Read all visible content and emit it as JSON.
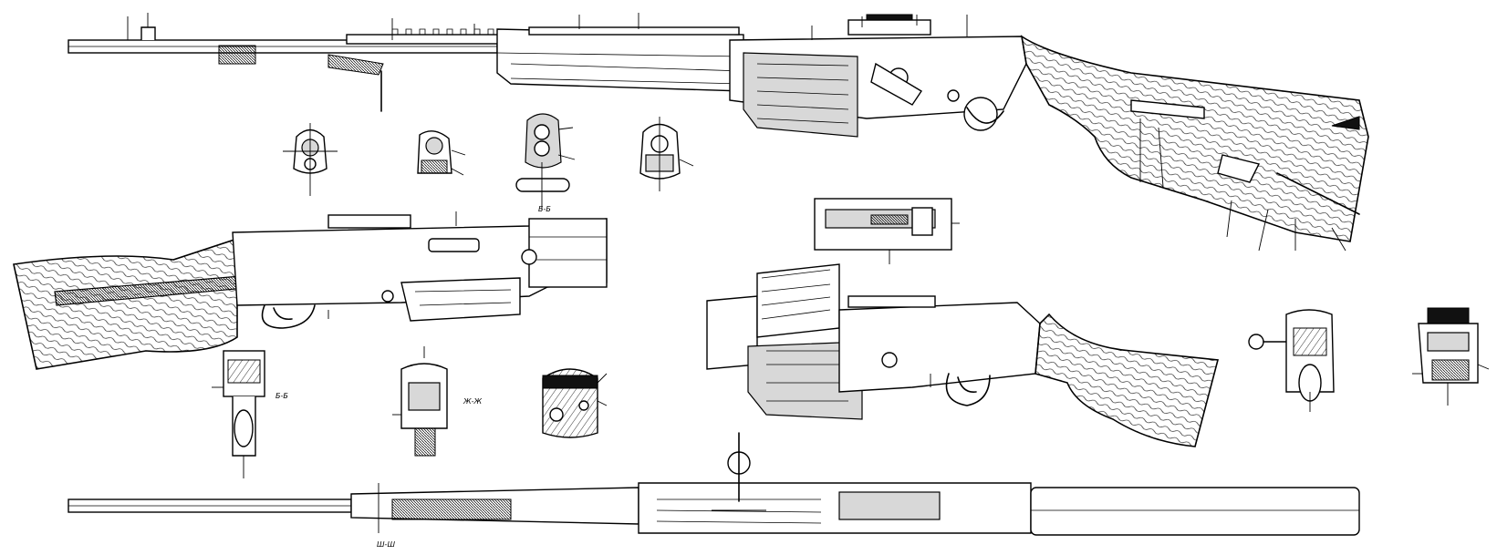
{
  "drawing": {
    "labels": {
      "section_a": "Б-Б",
      "section_b": "Б-Б",
      "section_c": "Ж-Ж",
      "section_d": "Ш-Ш"
    },
    "colors": {
      "ink": "#000000",
      "paper": "#ffffff",
      "hatch_fill": "#d8d8d8"
    }
  }
}
